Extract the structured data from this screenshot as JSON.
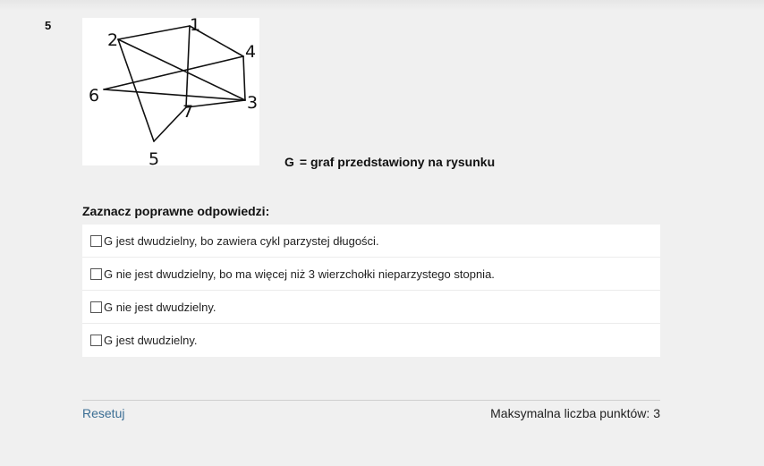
{
  "question": {
    "number": "5",
    "graph": {
      "vertices": [
        "1",
        "2",
        "3",
        "4",
        "5",
        "6",
        "7"
      ],
      "edges": [
        [
          "2",
          "1"
        ],
        [
          "1",
          "4"
        ],
        [
          "1",
          "7"
        ],
        [
          "4",
          "3"
        ],
        [
          "4",
          "6"
        ],
        [
          "2",
          "3"
        ],
        [
          "2",
          "5"
        ],
        [
          "6",
          "3"
        ],
        [
          "7",
          "3"
        ],
        [
          "5",
          "7"
        ]
      ]
    },
    "caption_symbol": "G",
    "caption_text": "= graf przedstawiony na rysunku",
    "prompt": "Zaznacz poprawne odpowiedzi:",
    "answers": [
      {
        "label": "G jest dwudzielny, bo zawiera cykl parzystej długości.",
        "checked": false
      },
      {
        "label": "G nie jest dwudzielny, bo ma więcej niż 3 wierzchołki nieparzystego stopnia.",
        "checked": false
      },
      {
        "label": "G nie jest dwudzielny.",
        "checked": false
      },
      {
        "label": "G jest dwudzielny.",
        "checked": false
      }
    ]
  },
  "footer": {
    "reset_label": "Resetuj",
    "max_points_label": "Maksymalna liczba punktów: 3"
  },
  "colors": {
    "background": "#f0f0f0",
    "panel": "#ffffff",
    "link": "#3b6e94"
  }
}
